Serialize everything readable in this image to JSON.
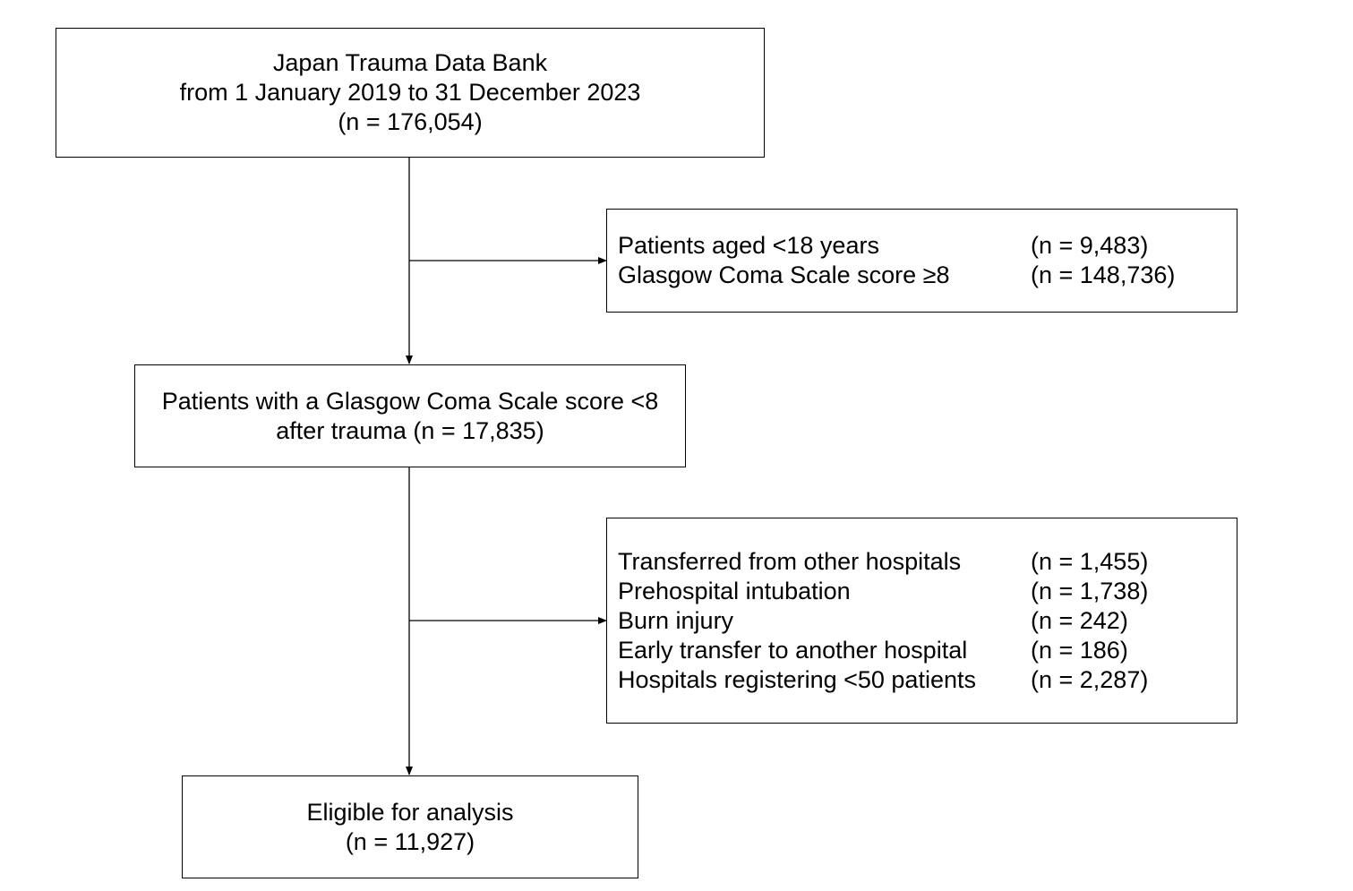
{
  "source_box": {
    "lines": [
      "Japan Trauma Data Bank",
      "from 1 January 2019 to 31 December 2023",
      "(n = 176,054)"
    ]
  },
  "exclusion_1": {
    "items": [
      {
        "label": "Patients aged <18 years",
        "count": "(n = 9,483)"
      },
      {
        "label": "Glasgow Coma Scale score ≥8",
        "count": "(n = 148,736)"
      }
    ]
  },
  "gcs_box": {
    "lines": [
      "Patients with a Glasgow Coma Scale score <8",
      "after trauma (n = 17,835)"
    ]
  },
  "exclusion_2": {
    "items": [
      {
        "label": "Transferred from other hospitals",
        "count": "(n = 1,455)"
      },
      {
        "label": "Prehospital intubation",
        "count": "(n = 1,738)"
      },
      {
        "label": "Burn injury",
        "count": "(n = 242)"
      },
      {
        "label": "Early transfer to another hospital",
        "count": "(n = 186)"
      },
      {
        "label": "Hospitals registering <50 patients",
        "count": "(n = 2,287)"
      }
    ]
  },
  "final_box": {
    "lines": [
      "Eligible for analysis",
      "(n = 11,927)"
    ]
  },
  "colors": {
    "line": "#000000",
    "background": "#ffffff"
  }
}
